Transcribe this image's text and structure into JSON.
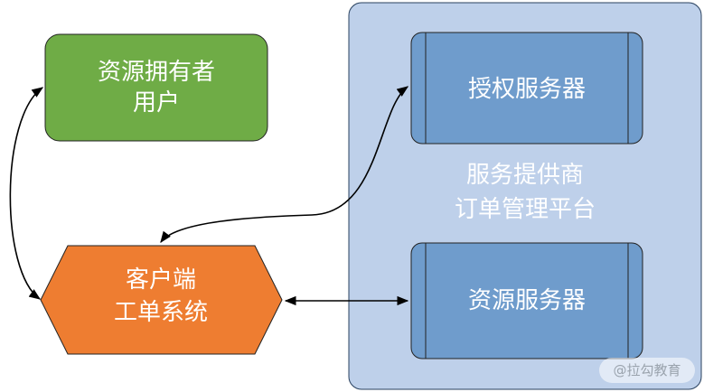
{
  "nodes": {
    "resource_owner": {
      "lines": [
        "资源拥有者",
        "用户"
      ],
      "color": "#6fac46"
    },
    "client": {
      "lines": [
        "客户端",
        "工单系统"
      ],
      "color": "#ee7d31"
    },
    "platform": {
      "lines": [
        "服务提供商",
        "订单管理平台"
      ],
      "color": "#bed0ea"
    },
    "auth_server": {
      "label": "授权服务器",
      "color": "#6f9ccc"
    },
    "resource_server": {
      "label": "资源服务器",
      "color": "#6f9ccc"
    }
  },
  "watermark": "@拉勾教育"
}
